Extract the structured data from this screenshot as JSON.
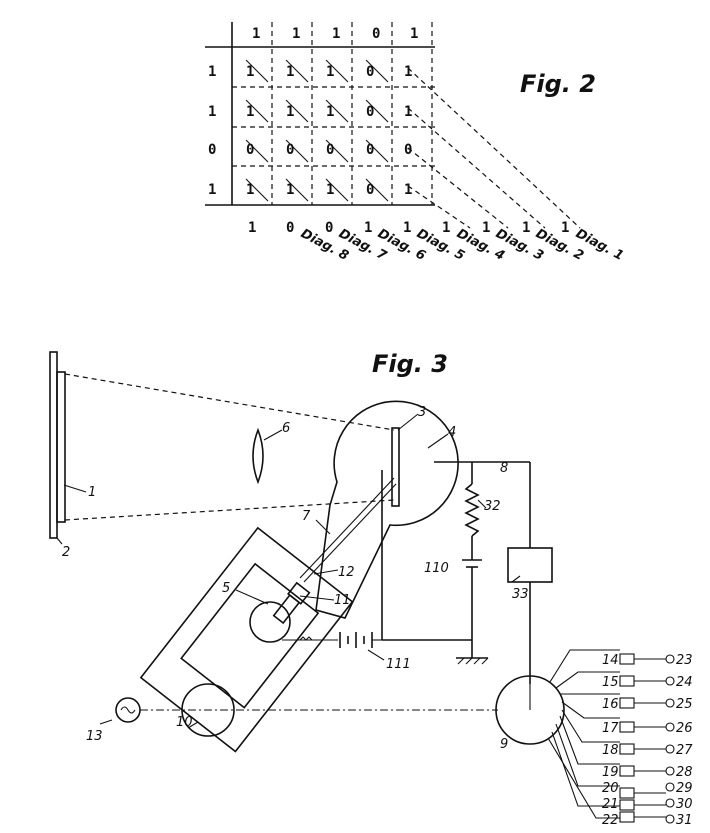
{
  "fig2": {
    "title": "Fig. 2",
    "col_header": [
      "1",
      "1",
      "1",
      "0",
      "1"
    ],
    "row_header": [
      "1",
      "1",
      "0",
      "1"
    ],
    "cells": [
      [
        "1",
        "1",
        "1",
        "0",
        "1"
      ],
      [
        "1",
        "1",
        "1",
        "0",
        "1"
      ],
      [
        "0",
        "0",
        "0",
        "0",
        "0"
      ],
      [
        "1",
        "1",
        "1",
        "0",
        "1"
      ]
    ],
    "bottom_digits": [
      "1",
      "0",
      "0",
      "1",
      "1",
      "1",
      "1",
      "1",
      "1"
    ],
    "diagonals": [
      "Diag. 8",
      "Diag. 7",
      "Diag. 6",
      "Diag. 5",
      "Diag. 4",
      "Diag. 3",
      "Diag. 2",
      "Diag. 1"
    ]
  },
  "fig3": {
    "title": "Fig. 3",
    "labels": {
      "l1": "1",
      "l2": "2",
      "l3": "3",
      "l4": "4",
      "l5": "5",
      "l6": "6",
      "l7": "7",
      "l8": "8",
      "l9": "9",
      "l10": "10",
      "l11": "11",
      "l12": "12",
      "l13": "13",
      "l32": "32",
      "l33": "33",
      "l110": "110",
      "l111": "111"
    },
    "relays": [
      "14",
      "15",
      "16",
      "17",
      "18",
      "19",
      "20",
      "21",
      "22"
    ],
    "outputs": [
      "23",
      "24",
      "25",
      "26",
      "27",
      "28",
      "29",
      "30",
      "31"
    ]
  }
}
